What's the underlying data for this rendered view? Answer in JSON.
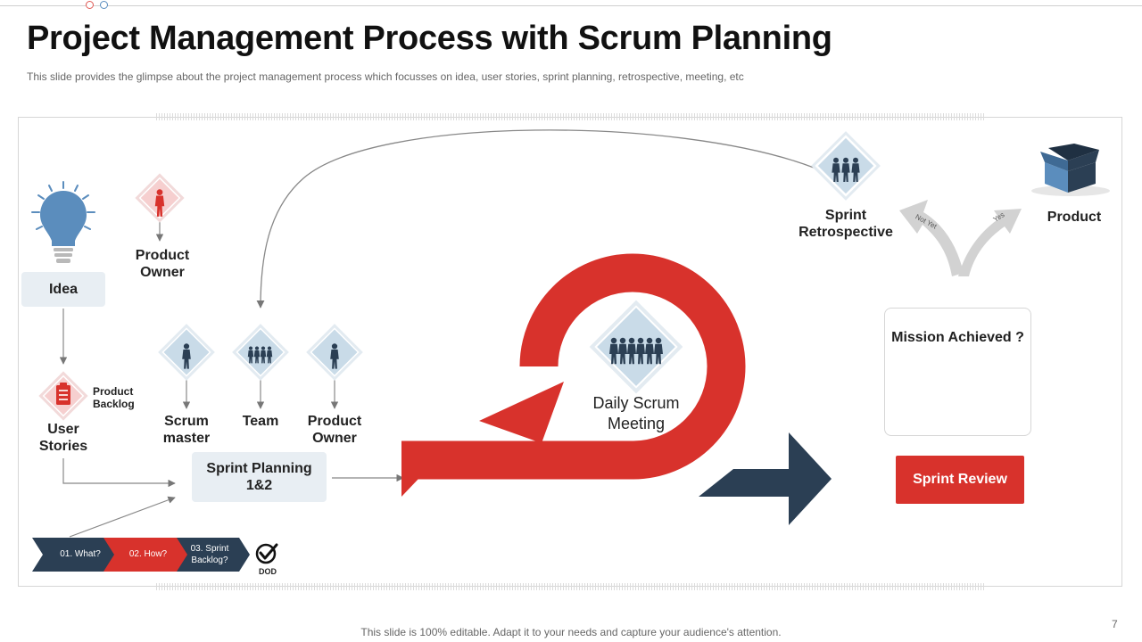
{
  "title": "Project Management Process with Scrum Planning",
  "subtitle": "This slide provides  the glimpse about the project management  process which focusses on idea, user stories, sprint planning, retrospective,  meeting, etc",
  "nodes": {
    "idea": "Idea",
    "product_owner_top": "Product Owner",
    "user_stories": "User Stories",
    "product_backlog": "Product Backlog",
    "scrum_master": "Scrum master",
    "team": "Team",
    "product_owner": "Product Owner",
    "sprint_planning": "Sprint Planning 1&2",
    "daily_scrum": "Daily Scrum Meeting",
    "sprint_retrospective": "Sprint Retrospective",
    "product": "Product",
    "not_yet": "Not Yet",
    "yes": "Yes",
    "mission_achieved": "Mission Achieved ?",
    "sprint_review": "Sprint Review"
  },
  "steps": [
    {
      "label": "01. What?"
    },
    {
      "label": "02. How?"
    },
    {
      "label": "03. Sprint Backlog?"
    }
  ],
  "dod": "DOD",
  "footer": "This slide is 100% editable. Adapt it to your needs and capture your audience's attention.",
  "page_number": "7",
  "colors": {
    "red": "#d8322c",
    "navy": "#2b3f54",
    "light_blue": "#c9dbe8",
    "pink": "#f6cfcf",
    "silhouette": "#2b3f54"
  }
}
